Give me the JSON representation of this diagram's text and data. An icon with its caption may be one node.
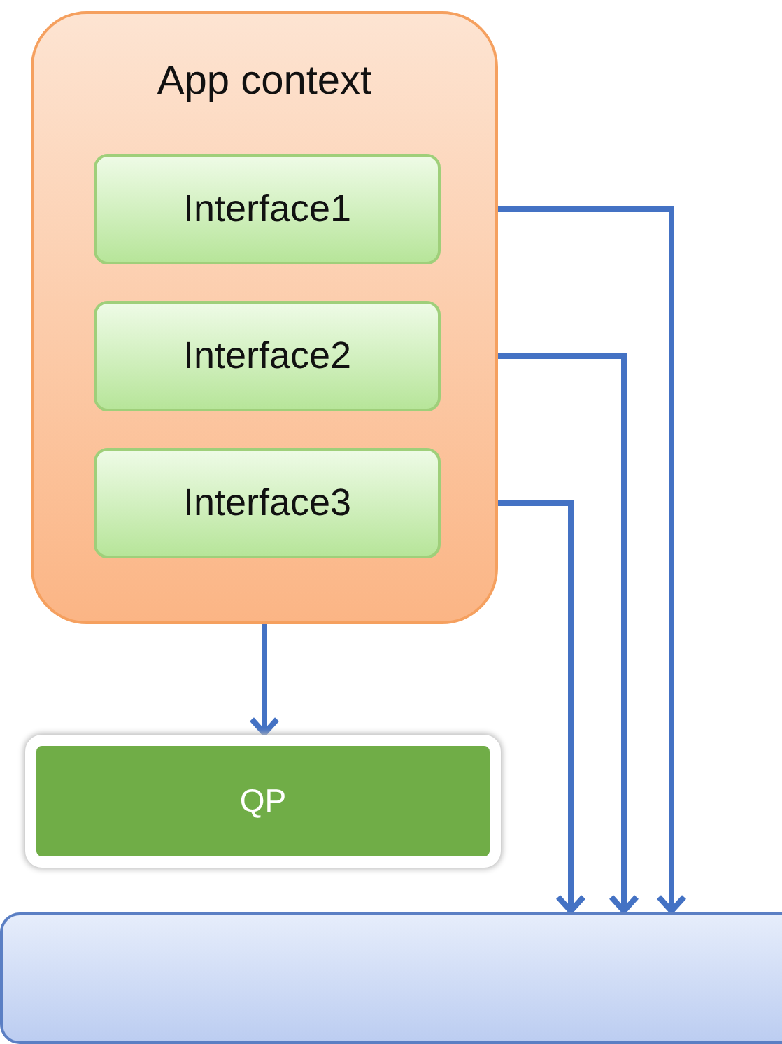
{
  "diagram": {
    "nodes": [
      {
        "text": [
          "App context"
        ]
      },
      {
        "text": [
          "Interface1"
        ],
        "in": 0
      },
      {
        "text": [
          "Interface2"
        ],
        "in": 0
      },
      {
        "text": [
          "Interface3"
        ],
        "in": 0
      },
      {
        "text": [
          "QP"
        ]
      },
      {
        "text": [],
        "shape": "bar"
      }
    ],
    "edges": [
      {
        "from": 0,
        "to": 4,
        "arrow": "to"
      },
      {
        "from": 1,
        "to": 5,
        "arrow": "to"
      },
      {
        "from": 2,
        "to": 5,
        "arrow": "to"
      },
      {
        "from": 3,
        "to": 5,
        "arrow": "to"
      }
    ]
  }
}
